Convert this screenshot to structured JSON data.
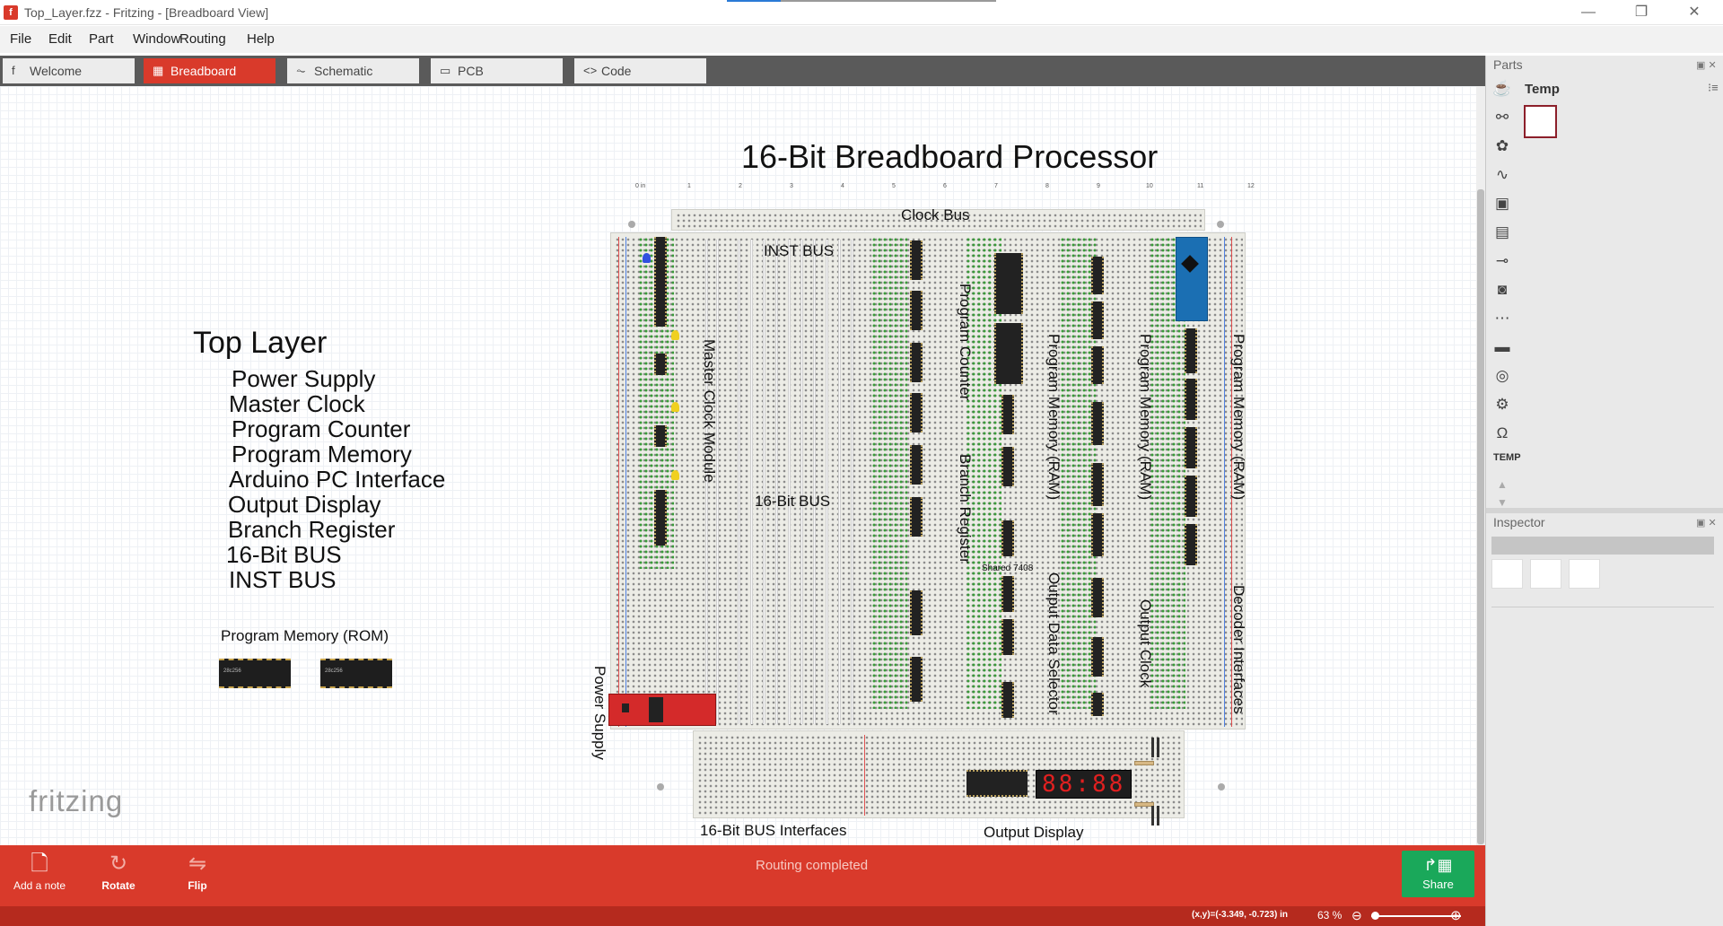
{
  "window": {
    "app_icon": "f",
    "title": "Top_Layer.fzz - Fritzing - [Breadboard View]",
    "controls": {
      "minimize": "—",
      "maximize": "❐",
      "close": "✕"
    }
  },
  "menu": [
    "File",
    "Edit",
    "Part",
    "Window",
    "Routing",
    "Help"
  ],
  "tabs": [
    {
      "label": "Welcome",
      "icon": "fritzing-icon",
      "glyph": "f",
      "active": false
    },
    {
      "label": "Breadboard",
      "icon": "breadboard-icon",
      "glyph": "▦",
      "active": true
    },
    {
      "label": "Schematic",
      "icon": "schematic-icon",
      "glyph": "⏦",
      "active": false
    },
    {
      "label": "PCB",
      "icon": "pcb-icon",
      "glyph": "▭",
      "active": false
    },
    {
      "label": "Code",
      "icon": "code-icon",
      "glyph": "<>",
      "active": false
    }
  ],
  "canvas": {
    "note_title": "Top Layer",
    "layer_list": [
      "Power Supply",
      "Master Clock",
      "Program Counter",
      "Program Memory",
      "Arduino PC Interface",
      "Output Display",
      "Branch Register",
      "16-Bit BUS",
      "INST BUS"
    ],
    "rom_label": "Program Memory (ROM)",
    "rom_chip_text": "28c256",
    "logo": "fritzing",
    "project_title": "16-Bit Breadboard Processor",
    "labels": {
      "clock_bus": "Clock Bus",
      "inst_bus": "INST BUS",
      "bus16": "16-Bit BUS",
      "master_clock": "Master Clock Module",
      "program_counter": "Program Counter",
      "branch_register": "Branch Register",
      "shared_7408": "Shared 7408",
      "pm_ram_1": "Program Memory (RAM)",
      "pm_ram_2": "Program Memory (RAM)",
      "pm_ram_3": "Program Memory (RAM)",
      "output_data_selector": "Output Data Selector",
      "output_clock": "Output Clock",
      "decoder_interfaces": "Decoder Interfaces",
      "power_supply": "Power Supply",
      "bus_interfaces": "16-Bit BUS Interfaces",
      "output_display": "Output Display"
    },
    "seven_segment": "88:88",
    "ruler_ticks": [
      "0 in",
      "1",
      "2",
      "3",
      "4",
      "5",
      "6",
      "7",
      "8",
      "9",
      "10",
      "11",
      "12"
    ]
  },
  "bottom_toolbar": {
    "add_note": {
      "label": "Add a note",
      "icon": "note-icon",
      "glyph": "🗋"
    },
    "rotate": {
      "label": "Rotate",
      "icon": "rotate-icon",
      "glyph": "↻"
    },
    "flip": {
      "label": "Flip",
      "icon": "flip-icon",
      "glyph": "⇋"
    },
    "status": "Routing completed",
    "share": {
      "label": "Share",
      "icon": "share-icon",
      "glyph": "↱▦"
    }
  },
  "statusbar": {
    "coords": "(x,y)=(-3.349, -0.723) in",
    "zoom": "63 %",
    "zoom_minus": "⊖",
    "zoom_plus": "⊕"
  },
  "parts_panel": {
    "title": "Parts",
    "bin_title": "Temp",
    "bin_menu": "⁝≡",
    "float": "▣ ✕",
    "temp_label": "TEMP",
    "bin_icons": [
      "core-parts-icon",
      "mine-parts-icon",
      "arduino-icon",
      "seeed-icon",
      "sparkfun-icon",
      "chip-icon",
      "resistor-icon",
      "camera-icon",
      "more-icon",
      "breadboard-bin-icon",
      "wireless-icon",
      "robot-icon",
      "omega-icon"
    ],
    "bin_glyphs": [
      "☕",
      "⚯",
      "✿",
      "∿",
      "▣",
      "▤",
      "⊸",
      "◙",
      "⋯",
      "▬",
      "◎",
      "⚙",
      "Ω"
    ],
    "arrows": [
      "▲",
      "▼"
    ]
  },
  "inspector": {
    "title": "Inspector",
    "float": "▣ ✕"
  }
}
